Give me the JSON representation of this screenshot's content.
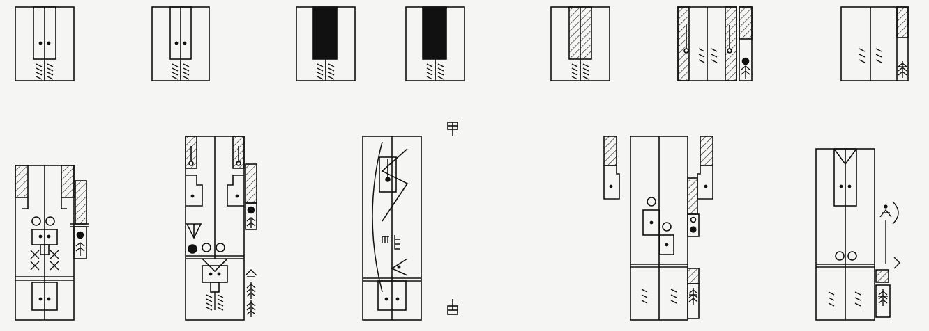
{
  "figure": {
    "kind": "notation diagrams",
    "background": "#f5f5f3",
    "ink": "#111111",
    "hatch_color": "#222222"
  },
  "top_row": {
    "diagram_count": 7,
    "diagrams": [
      {
        "id": "top-1",
        "features": [
          "two-dot-box",
          "stem-chevron"
        ]
      },
      {
        "id": "top-2",
        "features": [
          "two-dot-box",
          "stem-chevron"
        ]
      },
      {
        "id": "top-3",
        "features": [
          "solid-black-column",
          "stem-chevron"
        ]
      },
      {
        "id": "top-4",
        "features": [
          "solid-black-column",
          "stem-chevron"
        ]
      },
      {
        "id": "top-5",
        "features": [
          "hatched-column",
          "stem-chevron"
        ]
      },
      {
        "id": "top-6",
        "features": [
          "hatched-sides",
          "pin-marks",
          "side-panel-dot-arrow"
        ]
      },
      {
        "id": "top-7",
        "features": [
          "stem-chevron",
          "side-panel-hatched-arrow"
        ]
      }
    ]
  },
  "bottom_row": {
    "diagram_count": 5,
    "diagrams": [
      {
        "id": "bottom-1",
        "features": [
          "hatched-top",
          "circles",
          "x-marks",
          "side-panel"
        ]
      },
      {
        "id": "bottom-2",
        "features": [
          "pin-marks",
          "triangle-marker",
          "filled-circle",
          "circles",
          "chevron-v",
          "side-panel"
        ]
      },
      {
        "id": "bottom-3",
        "features": [
          "curved-line",
          "zigzag",
          "small-symbols-top-bottom"
        ]
      },
      {
        "id": "bottom-4",
        "features": [
          "hatched-flags",
          "circles",
          "stepped-boxes",
          "side-panel"
        ]
      },
      {
        "id": "bottom-5",
        "features": [
          "v-neck-box",
          "circles",
          "arrow-symbol",
          "side-panel"
        ]
      }
    ]
  }
}
